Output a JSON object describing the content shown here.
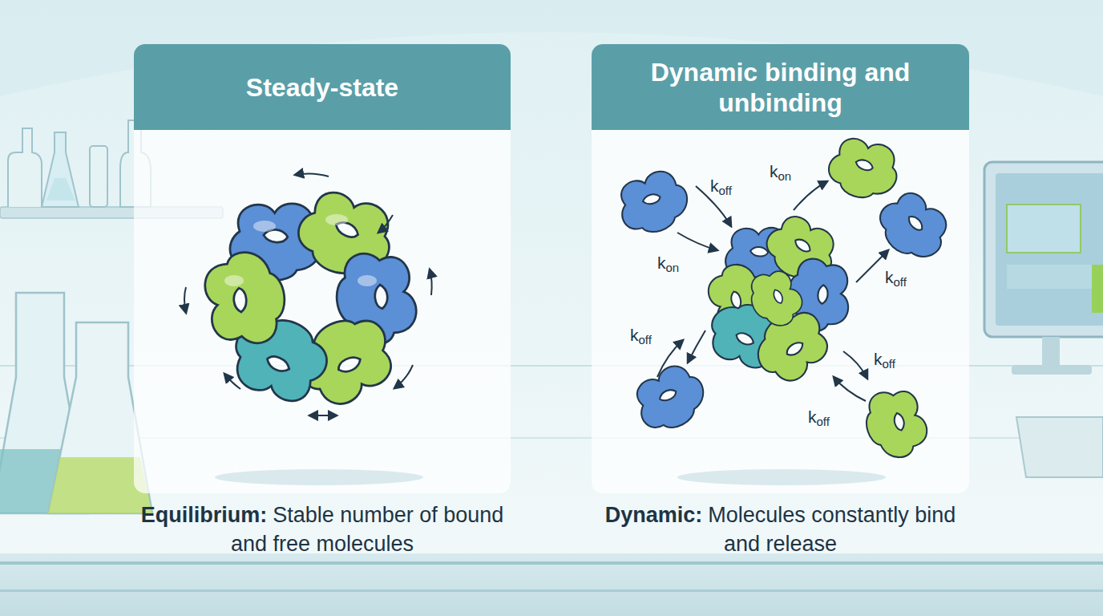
{
  "diagram": {
    "nodes": [
      {
        "text": [
          "Steady-state"
        ]
      },
      {
        "text": [
          "Dynamic binding and unbinding"
        ]
      }
    ],
    "labels": [
      "Equilibrium:",
      "Stable number of bound and free molecules",
      "Dynamic:",
      "Molecules constantly bind and release",
      "koff",
      "kon",
      "kon",
      "koff",
      "koff",
      "koff",
      "koff"
    ]
  }
}
